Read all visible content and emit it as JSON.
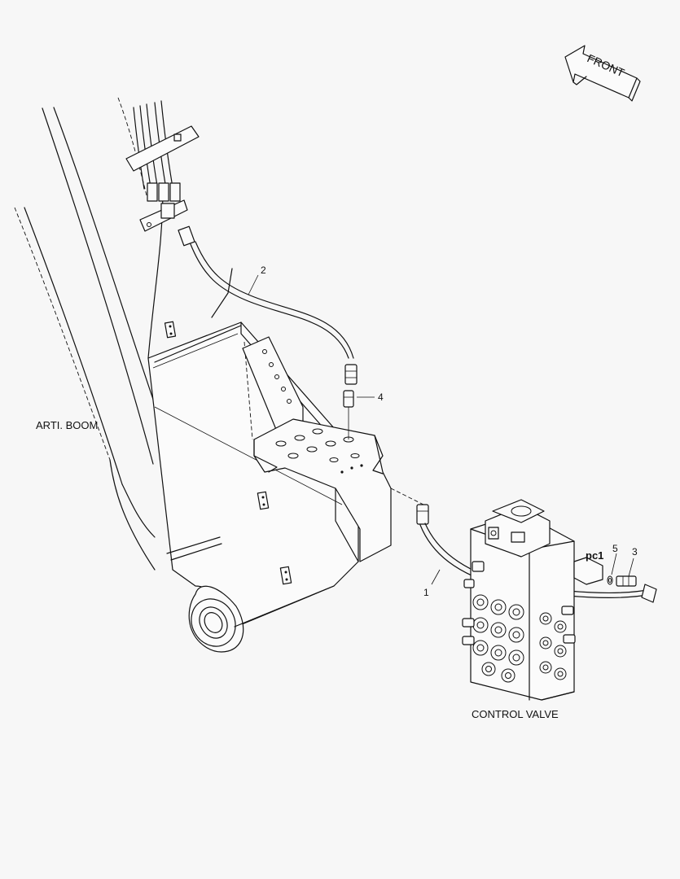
{
  "labels": {
    "front": "FRONT",
    "arti_boom": "ARTI. BOOM",
    "control_valve": "CONTROL VALVE",
    "port_pc1": "pc1"
  },
  "callouts": [
    "1",
    "2",
    "3",
    "4",
    "5"
  ],
  "colors": {
    "line": "#111111",
    "background": "#f7f7f7"
  }
}
